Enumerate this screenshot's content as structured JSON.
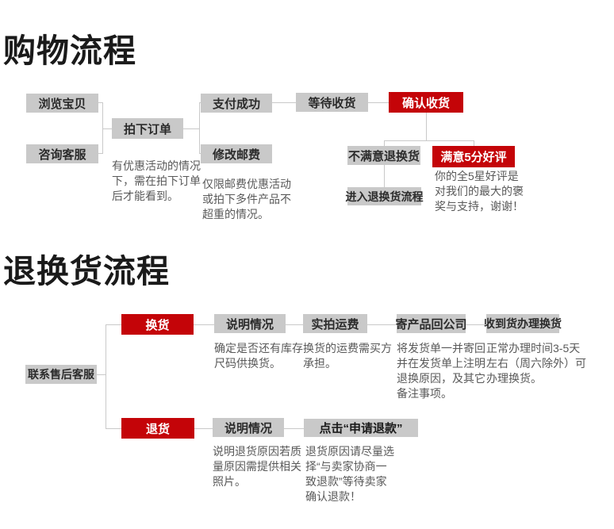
{
  "colors": {
    "background": "#ffffff",
    "accent_red": "#c40408",
    "box_gray": "#c9c9c9",
    "title_text": "#1a1a1a",
    "note_text": "#595959"
  },
  "shopping": {
    "title": "购物流程",
    "nodes": {
      "browse": "浏览宝贝",
      "consult": "咨询客服",
      "order": "拍下订单",
      "pay": "支付成功",
      "postage": "修改邮费",
      "wait": "等待收货",
      "confirm": "确认收货",
      "unsatisfied": "不满意退换货",
      "satisfied": "满意5分好评",
      "enter_return": "进入退换货流程"
    },
    "notes": {
      "order_note": "有优惠活动的情况\n下，需在拍下订单\n后才能看到。",
      "postage_note": "仅限邮费优惠活动\n或拍下多件产品不\n超重的情况。",
      "praise_note": "你的全5星好评是\n对我们的最大的褒\n奖与支持，谢谢！"
    }
  },
  "returns": {
    "title": "退换货流程",
    "nodes": {
      "contact": "联系售后客服",
      "exchange": "换货",
      "explain_exchange": "说明情况",
      "freight": "实拍运费",
      "send_back": "寄产品回公司",
      "receive": "收到货办理换货",
      "refund": "退货",
      "explain_refund": "说明情况",
      "click_refund": "点击“申请退款”"
    },
    "notes": {
      "explain_exchange_note": "确定是否还有库存\n尺码供换货。",
      "freight_note": "换货的运费需买方\n承担。",
      "send_back_note": "将发货单一并寄回\n并在发货单上注明\n退换原因，及其它\n备注事项。",
      "receive_note": "正常办理时间3-5天\n左右（周六除外）可\n办理换货。",
      "explain_refund_note": "说明退货原因若质\n量原因需提供相关\n照片。",
      "click_refund_note": "退货原因请尽量选\n择“与卖家协商一\n致退款”等待卖家\n确认退款！"
    }
  }
}
